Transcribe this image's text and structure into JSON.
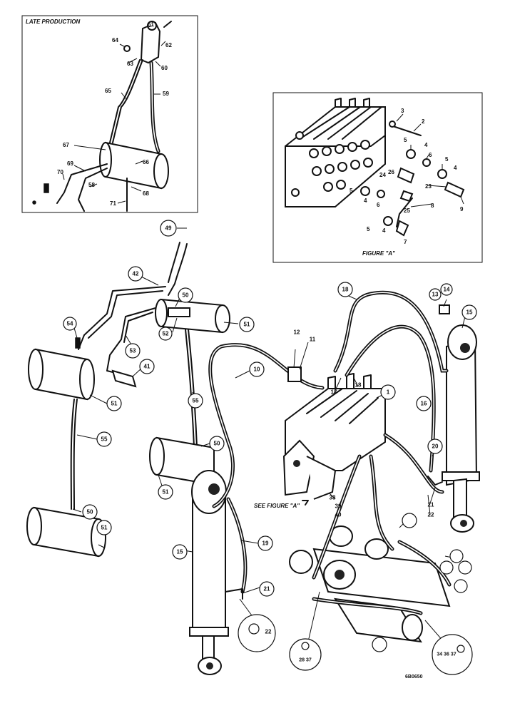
{
  "inset_late": {
    "title": "LATE PRODUCTION",
    "labels": [
      {
        "id": "61",
        "text": "61"
      },
      {
        "id": "62",
        "text": "62"
      },
      {
        "id": "64",
        "text": "64"
      },
      {
        "id": "63",
        "text": "63"
      },
      {
        "id": "60",
        "text": "60"
      },
      {
        "id": "65",
        "text": "65"
      },
      {
        "id": "59",
        "text": "59"
      },
      {
        "id": "67",
        "text": "67"
      },
      {
        "id": "66",
        "text": "66"
      },
      {
        "id": "69",
        "text": "69"
      },
      {
        "id": "70",
        "text": "70"
      },
      {
        "id": "58",
        "text": "58"
      },
      {
        "id": "68",
        "text": "68"
      },
      {
        "id": "71",
        "text": "71"
      }
    ]
  },
  "inset_figure_a": {
    "caption": "FIGURE \"A\"",
    "labels": [
      {
        "id": "3",
        "text": "3"
      },
      {
        "id": "2",
        "text": "2"
      },
      {
        "id": "5a",
        "text": "5"
      },
      {
        "id": "4a",
        "text": "4"
      },
      {
        "id": "6a",
        "text": "6"
      },
      {
        "id": "5b",
        "text": "5"
      },
      {
        "id": "4b",
        "text": "4"
      },
      {
        "id": "24",
        "text": "24"
      },
      {
        "id": "26",
        "text": "26"
      },
      {
        "id": "23",
        "text": "23"
      },
      {
        "id": "5c",
        "text": "5"
      },
      {
        "id": "4c",
        "text": "4"
      },
      {
        "id": "6b",
        "text": "6"
      },
      {
        "id": "25",
        "text": "25"
      },
      {
        "id": "8",
        "text": "8"
      },
      {
        "id": "9",
        "text": "9"
      },
      {
        "id": "5d",
        "text": "5"
      },
      {
        "id": "4d",
        "text": "4"
      },
      {
        "id": "7",
        "text": "7"
      }
    ]
  },
  "callouts": [
    {
      "id": "49",
      "text": "49"
    },
    {
      "id": "42",
      "text": "42"
    },
    {
      "id": "50a",
      "text": "50"
    },
    {
      "id": "18a",
      "text": "18"
    },
    {
      "id": "13",
      "text": "13"
    },
    {
      "id": "14",
      "text": "14"
    },
    {
      "id": "15a",
      "text": "15"
    },
    {
      "id": "54",
      "text": "54"
    },
    {
      "id": "52",
      "text": "52"
    },
    {
      "id": "51a",
      "text": "51"
    },
    {
      "id": "53",
      "text": "53"
    },
    {
      "id": "12",
      "text": "12"
    },
    {
      "id": "11",
      "text": "11"
    },
    {
      "id": "41",
      "text": "41"
    },
    {
      "id": "10",
      "text": "10"
    },
    {
      "id": "17",
      "text": "17"
    },
    {
      "id": "18b",
      "text": "18"
    },
    {
      "id": "1",
      "text": "1"
    },
    {
      "id": "16",
      "text": "16"
    },
    {
      "id": "51b",
      "text": "51"
    },
    {
      "id": "55a",
      "text": "55"
    },
    {
      "id": "20",
      "text": "20"
    },
    {
      "id": "55b",
      "text": "55"
    },
    {
      "id": "50b",
      "text": "50"
    },
    {
      "id": "51c",
      "text": "51"
    },
    {
      "id": "21a",
      "text": "21"
    },
    {
      "id": "22a",
      "text": "22"
    },
    {
      "id": "38",
      "text": "38"
    },
    {
      "id": "39",
      "text": "39"
    },
    {
      "id": "40",
      "text": "40"
    },
    {
      "id": "50c",
      "text": "50"
    },
    {
      "id": "51d",
      "text": "51"
    },
    {
      "id": "15b",
      "text": "15"
    },
    {
      "id": "19",
      "text": "19"
    },
    {
      "id": "21b",
      "text": "21"
    },
    {
      "id": "22b",
      "text": "22"
    },
    {
      "id": "28",
      "text": "28 37"
    },
    {
      "id": "34",
      "text": "34 36 37"
    }
  ],
  "see_figure_note": "SEE FIGURE \"A\"",
  "drawing_number": "6B0650"
}
